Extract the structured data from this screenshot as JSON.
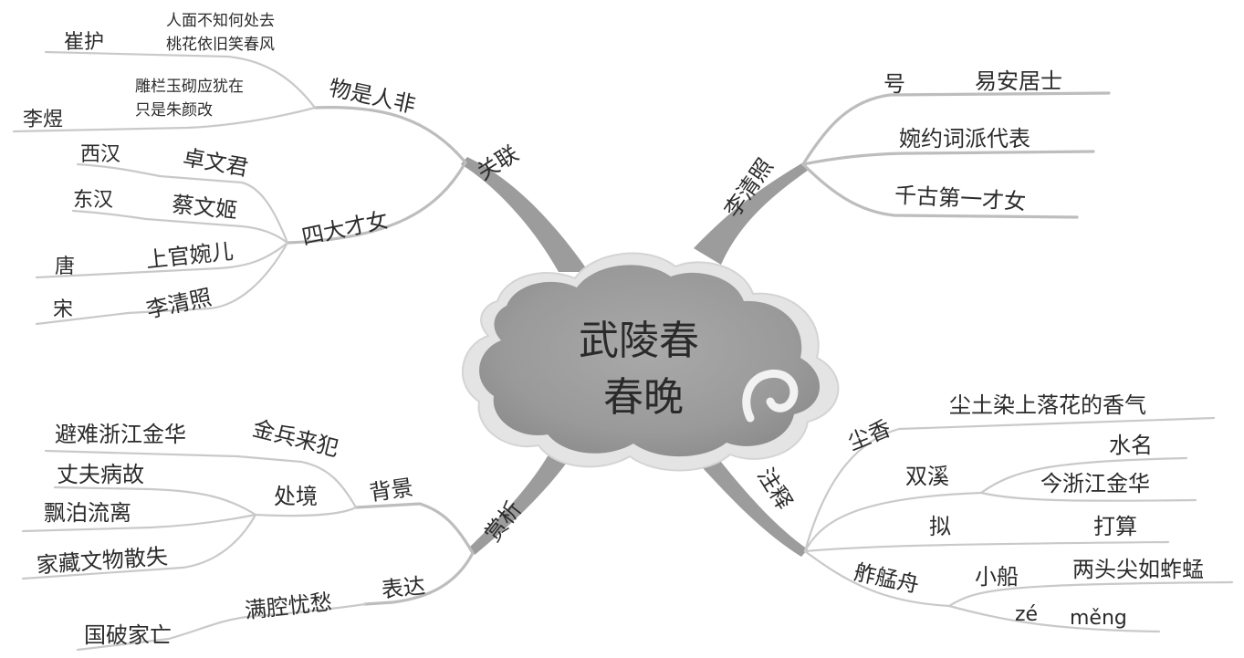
{
  "center": {
    "line1": "武陵春",
    "line2": "春晚"
  },
  "branches": {
    "guanlian": {
      "label": "关联",
      "wushirenfei": {
        "label": "物是人非",
        "cuihu": {
          "person": "崔护",
          "poem1": "人面不知何处去",
          "poem2": "桃花依旧笑春风"
        },
        "liyu": {
          "person": "李煜",
          "poem1": "雕栏玉砌应犹在",
          "poem2": "只是朱颜改"
        }
      },
      "sidacainv": {
        "label": "四大才女",
        "items": [
          {
            "era": "西汉",
            "name": "卓文君"
          },
          {
            "era": "东汉",
            "name": "蔡文姬"
          },
          {
            "era": "唐",
            "name": "上官婉儿"
          },
          {
            "era": "宋",
            "name": "李清照"
          }
        ]
      }
    },
    "liqingzhao": {
      "label": "李清照",
      "hao_label": "号",
      "hao_value": "易安居士",
      "school": "婉约词派代表",
      "title": "千古第一才女"
    },
    "shangxi": {
      "label": "赏析",
      "beijing": {
        "label": "背景",
        "jinbing": {
          "label": "金兵来犯",
          "detail": "避难浙江金华"
        },
        "chujing": {
          "label": "处境",
          "items": [
            "丈夫病故",
            "飘泊流离",
            "家藏文物散失"
          ]
        }
      },
      "biaoda": {
        "label": "表达",
        "feeling": "满腔忧愁",
        "cause": "国破家亡"
      }
    },
    "zhushi": {
      "label": "注释",
      "chenxiang": {
        "term": "尘香",
        "meaning": "尘土染上落花的香气"
      },
      "shuangxi": {
        "term": "双溪",
        "meaning1": "水名",
        "meaning2": "今浙江金华"
      },
      "ni": {
        "term": "拟",
        "meaning": "打算"
      },
      "zemengzhou": {
        "term": "舴艋舟",
        "meaning1": "小船",
        "meaning2": "两头尖如蚱蜢",
        "pinyin_ze": "zé",
        "pinyin_meng": "měng"
      }
    }
  }
}
